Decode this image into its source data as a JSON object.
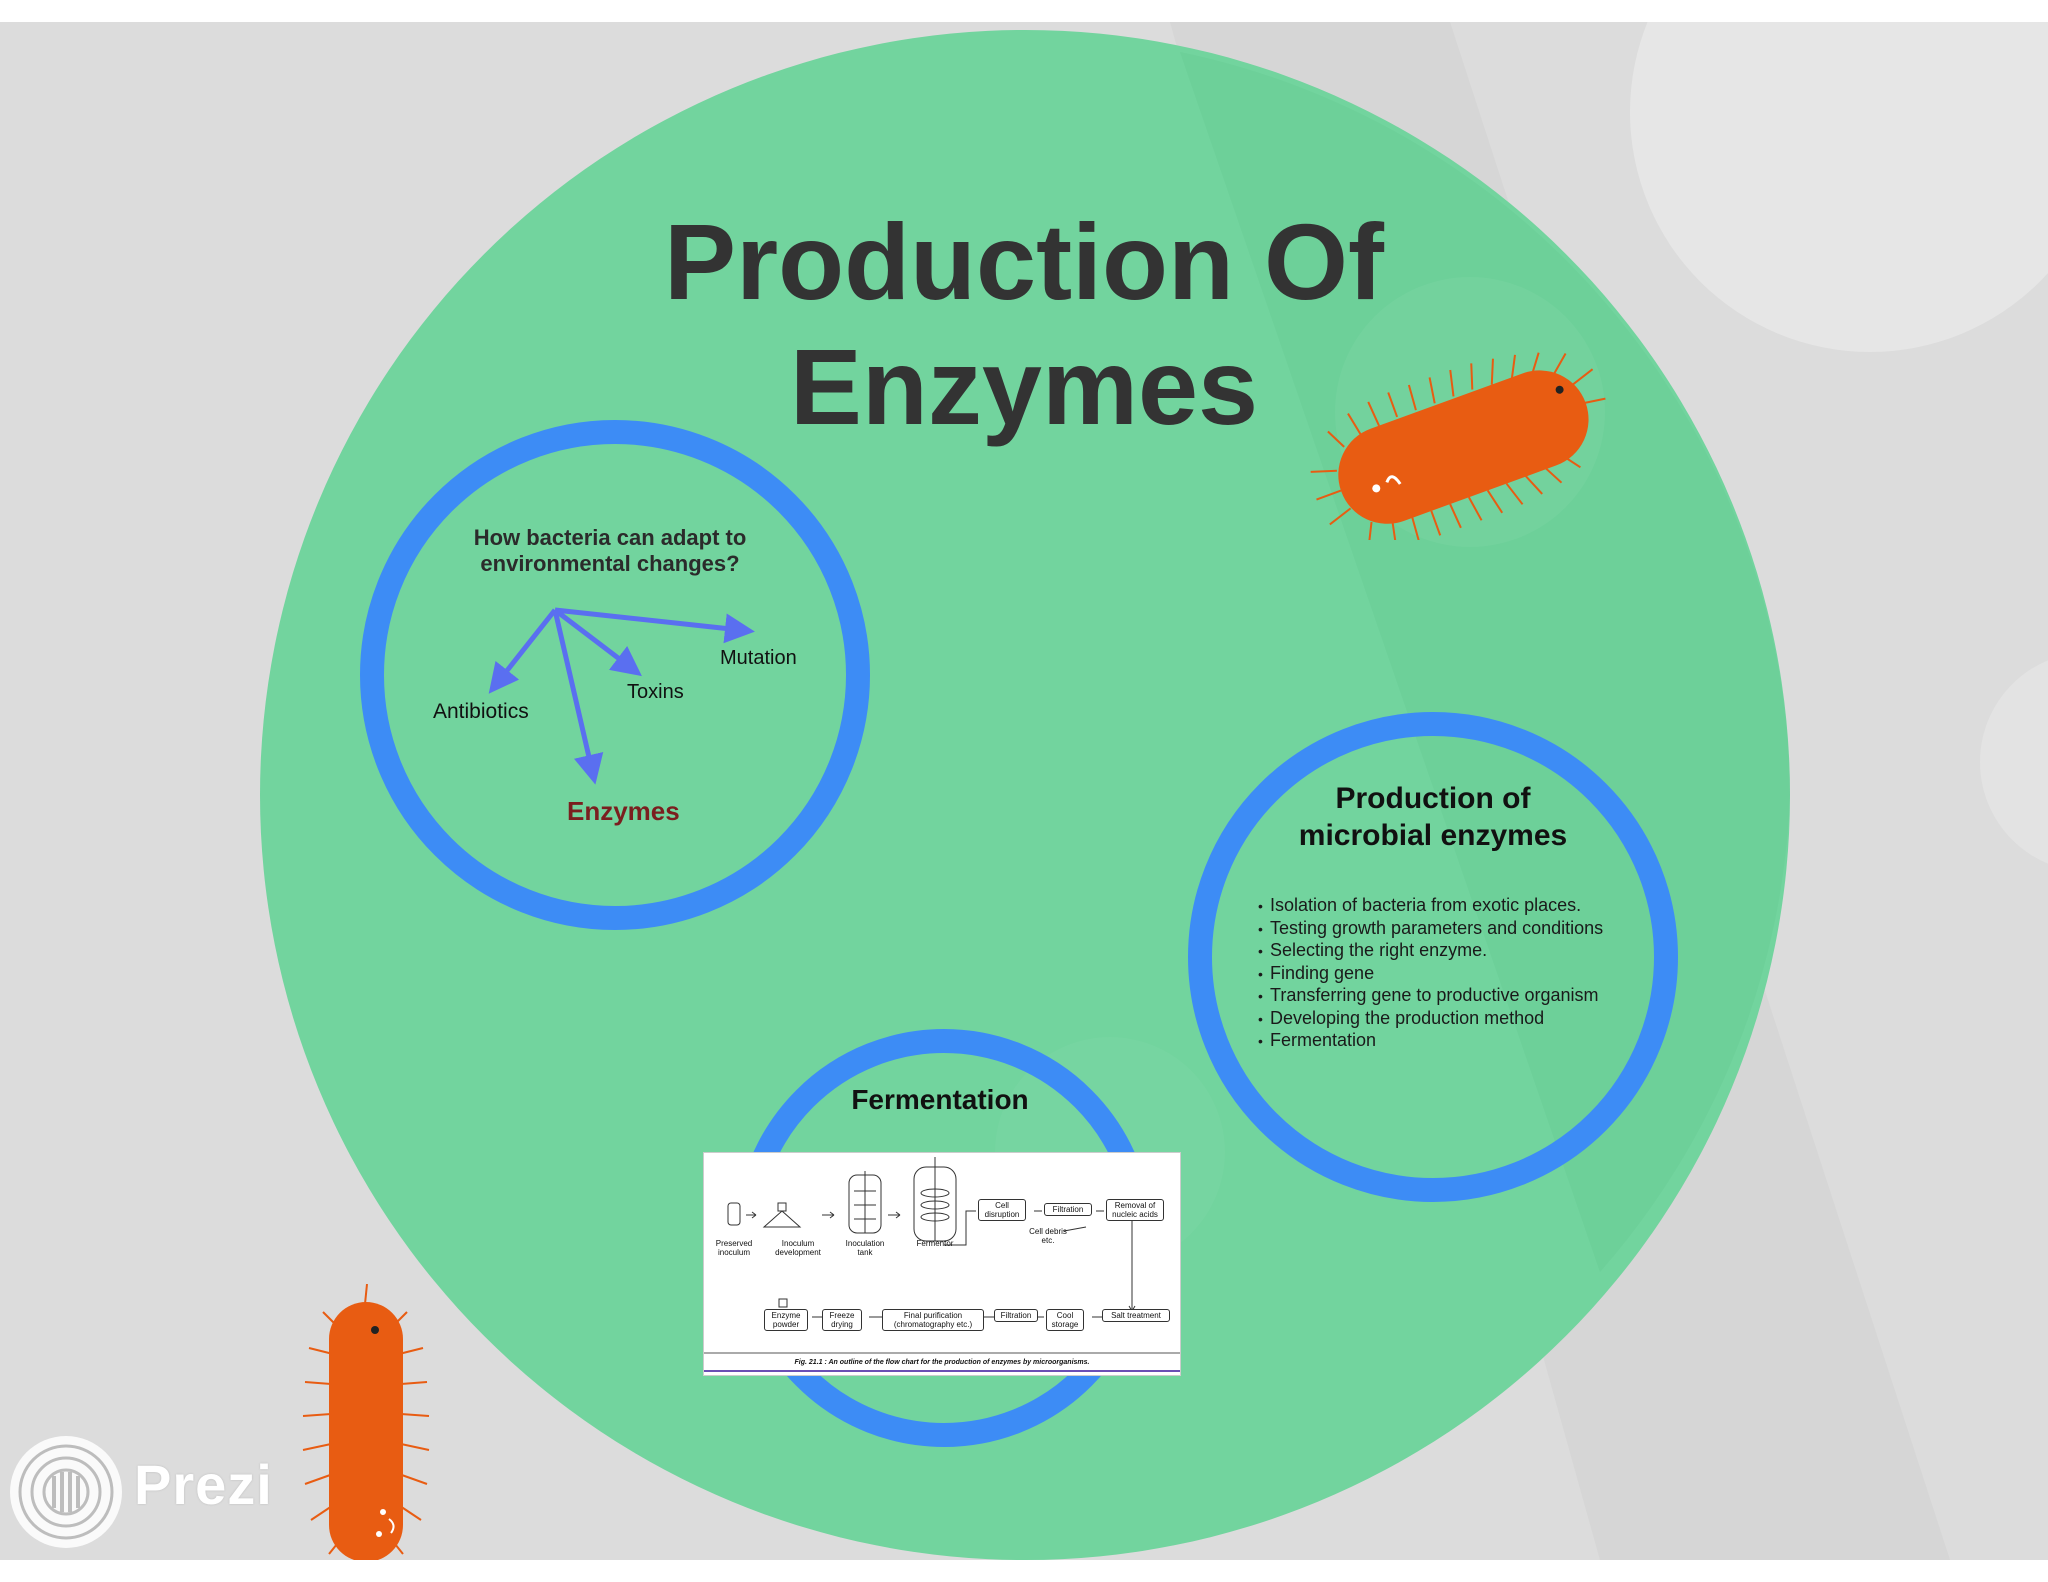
{
  "title": {
    "line1": "Production Of",
    "line2": "Enzymes"
  },
  "left_circle": {
    "question": "How bacteria can adapt to environmental changes?",
    "question_line1": "How bacteria can adapt to",
    "question_line2": "environmental changes?",
    "labels": {
      "mutation": "Mutation",
      "toxins": "Toxins",
      "antibiotics": "Antibiotics",
      "enzymes": "Enzymes"
    }
  },
  "right_circle": {
    "heading_line1": "Production of",
    "heading_line2": "microbial enzymes",
    "items": [
      "Isolation of bacteria from exotic places.",
      "Testing growth parameters and conditions",
      "Selecting the right enzyme.",
      "Finding gene",
      "Transferring gene to productive organism",
      "Developing the production method",
      "Fermentation"
    ]
  },
  "bottom_circle": {
    "heading": "Fermentation",
    "figure": {
      "top_row": [
        "Preserved inoculum",
        "Inoculum development",
        "Inoculation tank",
        "Fermentor"
      ],
      "boxes_top": [
        "Cell disruption",
        "Filtration",
        "Removal of nucleic acids"
      ],
      "debris": "Cell debris etc.",
      "boxes_bottom": [
        "Enzyme powder",
        "Freeze drying",
        "Final purification (chromatography etc.)",
        "Filtration",
        "Cool storage",
        "Salt treatment"
      ],
      "caption": "Fig. 21.1 : An outline of the flow chart for the production of enzymes by microorganisms."
    }
  },
  "brand": {
    "name": "Prezi"
  },
  "colors": {
    "green": "#72d49e",
    "ring_blue": "#3d8cf5",
    "bacteria_orange": "#e85c12",
    "enzymes_red": "#7a1f1f",
    "arrow_blue": "#5a6ff0"
  }
}
